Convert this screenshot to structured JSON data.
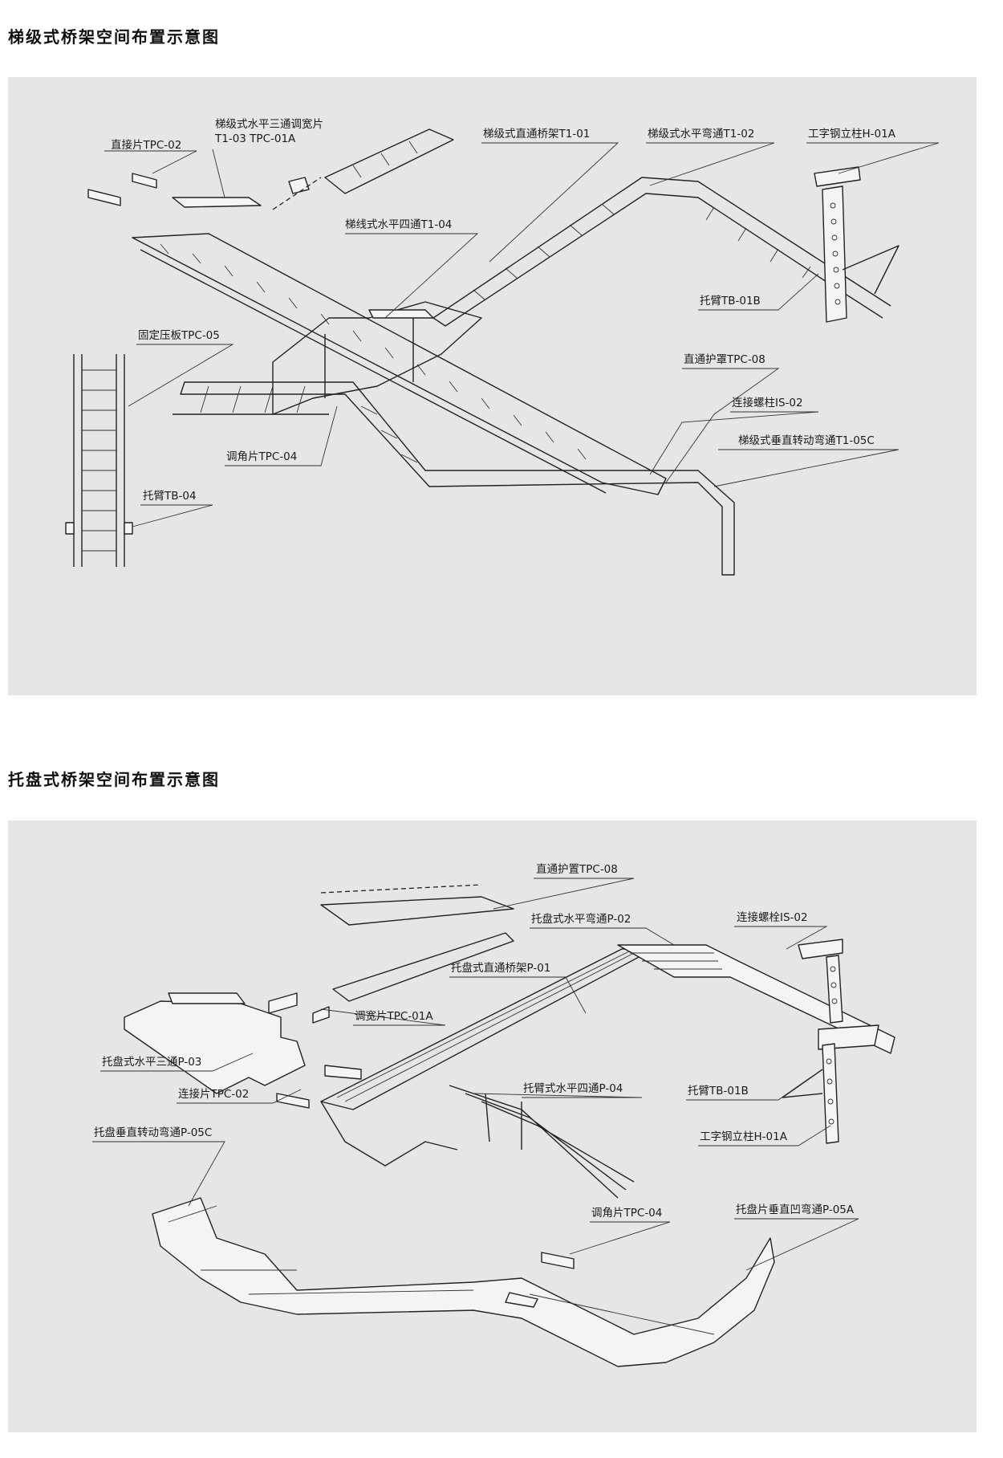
{
  "section1": {
    "title": "梯级式桥架空间布置示意图",
    "labels": {
      "tpc02": "直接片TPC-02",
      "t103a": "梯级式水平三通调宽片",
      "t103b": "T1-03 TPC-01A",
      "t101": "梯级式直通桥架T1-01",
      "t102": "梯级式水平弯通T1-02",
      "h01a": "工字钢立柱H-01A",
      "t104": "梯线式水平四通T1-04",
      "tb01b": "托臂TB-01B",
      "tpc05": "固定压板TPC-05",
      "tpc08": "直通护罩TPC-08",
      "is02": "连接螺柱IS-02",
      "t105c": "梯级式垂直转动弯通T1-05C",
      "tpc04": "调角片TPC-04",
      "tb04": "托臂TB-04"
    }
  },
  "section2": {
    "title": "托盘式桥架空间布置示意图",
    "labels": {
      "tpc08": "直通护置TPC-08",
      "p02": "托盘式水平弯通P-02",
      "is02": "连接螺栓IS-02",
      "p01": "托盘式直通桥架P-01",
      "tpc01a": "调宽片TPC-01A",
      "p03": "托盘式水平三通P-03",
      "p04": "托臂式水平四通P-04",
      "tb01b": "托臂TB-01B",
      "tpc02": "连接片TPC-02",
      "h01a": "工字钢立柱H-01A",
      "p05c": "托盘垂直转动弯通P-05C",
      "tpc04": "调角片TPC-04",
      "p05a": "托盘片垂直凹弯通P-05A"
    }
  }
}
